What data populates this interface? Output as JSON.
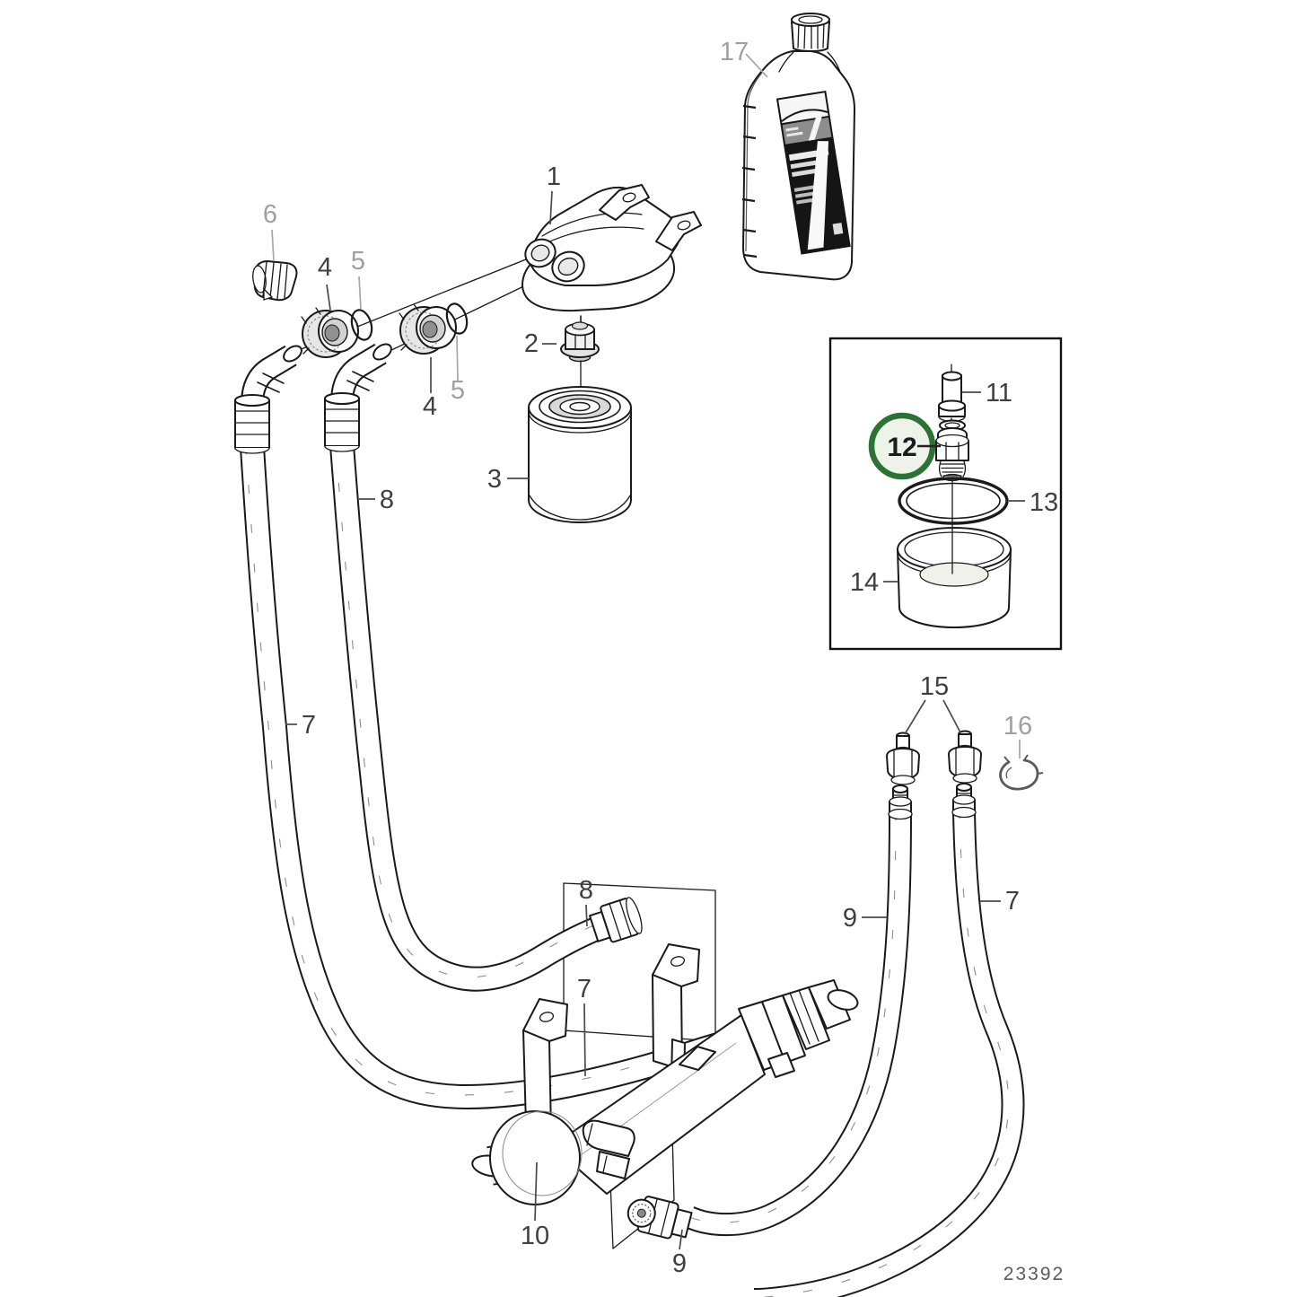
{
  "diagram": {
    "drawing_number": "23392",
    "highlight_color": "#2d7134",
    "highlight_fill": "#edf3e8",
    "line_color": "#1a1a1a"
  },
  "callouts": {
    "c1": "1",
    "c2": "2",
    "c3": "3",
    "c4a": "4",
    "c4b": "4",
    "c5a": "5",
    "c5b": "5",
    "c6": "6",
    "c7a": "7",
    "c7b": "7",
    "c7c": "7",
    "c8a": "8",
    "c8b": "8",
    "c9a": "9",
    "c9b": "9",
    "c10": "10",
    "c11": "11",
    "c12": "12",
    "c13": "13",
    "c14": "14",
    "c15": "15",
    "c16": "16",
    "c17": "17"
  }
}
